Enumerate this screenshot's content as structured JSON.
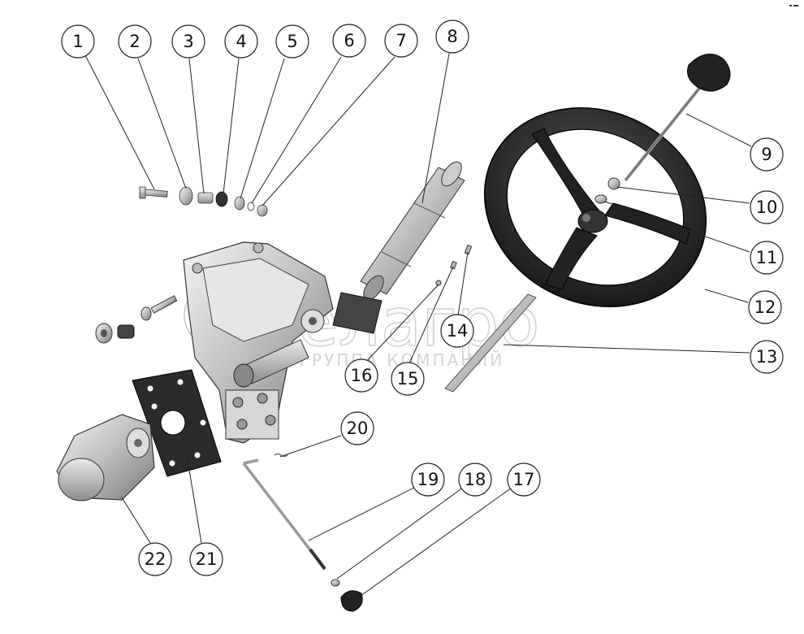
{
  "watermark": {
    "brand": "белагро",
    "subtitle": "ГРУППА КОМПАНИЙ"
  },
  "callouts": [
    {
      "id": "1",
      "label": "1"
    },
    {
      "id": "2",
      "label": "2"
    },
    {
      "id": "3",
      "label": "3"
    },
    {
      "id": "4",
      "label": "4"
    },
    {
      "id": "5",
      "label": "5"
    },
    {
      "id": "6",
      "label": "6"
    },
    {
      "id": "7",
      "label": "7"
    },
    {
      "id": "8",
      "label": "8"
    },
    {
      "id": "9",
      "label": "9"
    },
    {
      "id": "10",
      "label": "10"
    },
    {
      "id": "11",
      "label": "11"
    },
    {
      "id": "12",
      "label": "12"
    },
    {
      "id": "13",
      "label": "13"
    },
    {
      "id": "14",
      "label": "14"
    },
    {
      "id": "15",
      "label": "15"
    },
    {
      "id": "16",
      "label": "16"
    },
    {
      "id": "17",
      "label": "17"
    },
    {
      "id": "18",
      "label": "18"
    },
    {
      "id": "19",
      "label": "19"
    },
    {
      "id": "20",
      "label": "20"
    },
    {
      "id": "21",
      "label": "21"
    },
    {
      "id": "22",
      "label": "22"
    }
  ]
}
